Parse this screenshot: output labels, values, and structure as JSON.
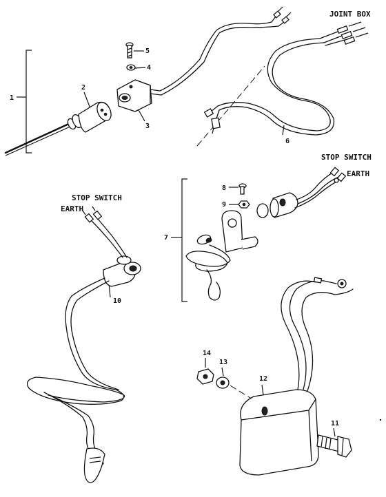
{
  "labels": {
    "joint_box": "JOINT BOX",
    "stop_switch_top": "STOP SWITCH",
    "earth_top": "EARTH",
    "stop_switch_left": "STOP SWITCH",
    "earth_left": "EARTH"
  },
  "callouts": {
    "c1": "1",
    "c2": "2",
    "c3": "3",
    "c4": "4",
    "c5": "5",
    "c6": "6",
    "c7": "7",
    "c8": "8",
    "c9": "9",
    "c10": "10",
    "c11": "11",
    "c12": "12",
    "c13": "13",
    "c14": "14"
  }
}
